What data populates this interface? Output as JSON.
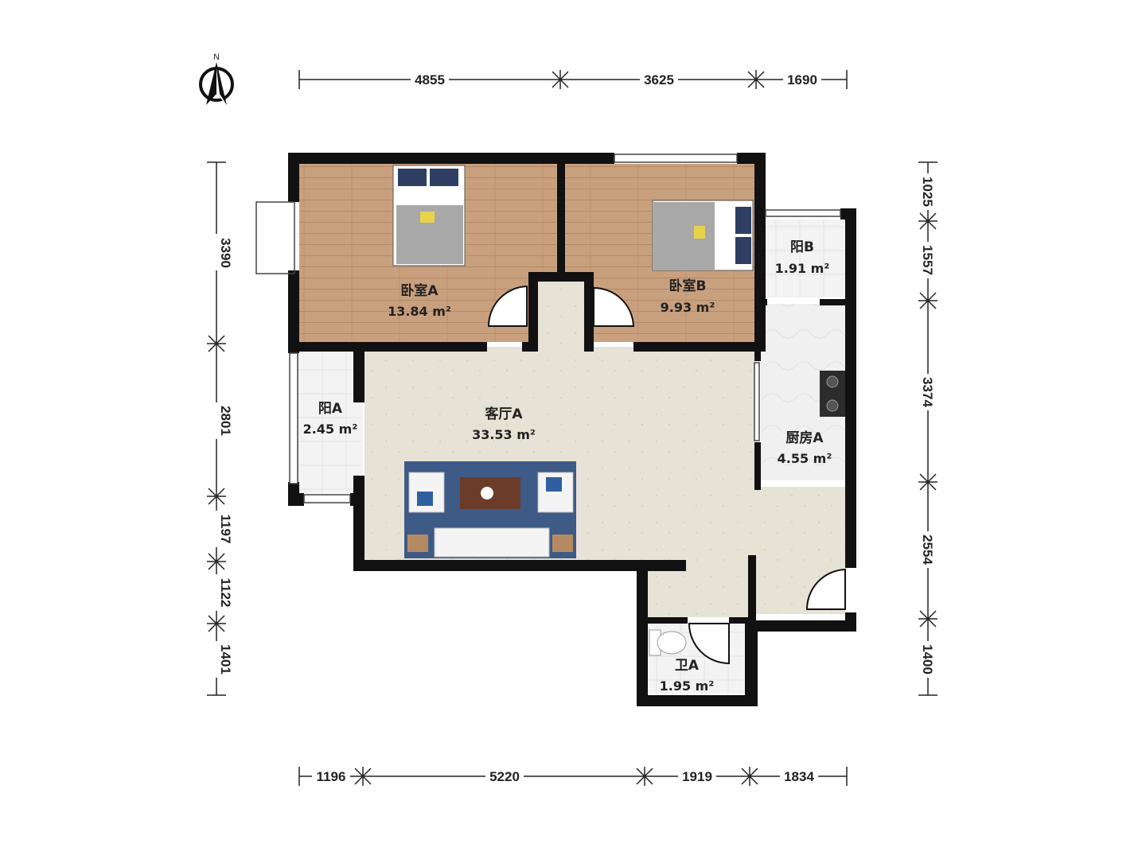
{
  "compass": {
    "label": "N"
  },
  "rooms": {
    "bedroom_a": {
      "name": "卧室A",
      "area": "13.84 m²"
    },
    "bedroom_b": {
      "name": "卧室B",
      "area": "9.93 m²"
    },
    "balcony_a": {
      "name": "阳A",
      "area": "2.45 m²"
    },
    "balcony_b": {
      "name": "阳B",
      "area": "1.91 m²"
    },
    "living_a": {
      "name": "客厅A",
      "area": "33.53 m²"
    },
    "kitchen_a": {
      "name": "厨房A",
      "area": "4.55 m²"
    },
    "bath_a": {
      "name": "卫A",
      "area": "1.95 m²"
    }
  },
  "dimensions": {
    "top": [
      "4855",
      "3625",
      "1690"
    ],
    "bottom": [
      "1196",
      "5220",
      "1919",
      "1834"
    ],
    "left": [
      "3390",
      "2801",
      "1197",
      "1122",
      "1401"
    ],
    "right": [
      "1025",
      "1557",
      "3374",
      "2554",
      "1400"
    ]
  },
  "colors": {
    "wall": "#111111",
    "wood_floor": "#c79f7c",
    "tile_floor": "#e6e1d4",
    "white_tile": "#f2f2f2",
    "rug": "#3e5a86"
  }
}
